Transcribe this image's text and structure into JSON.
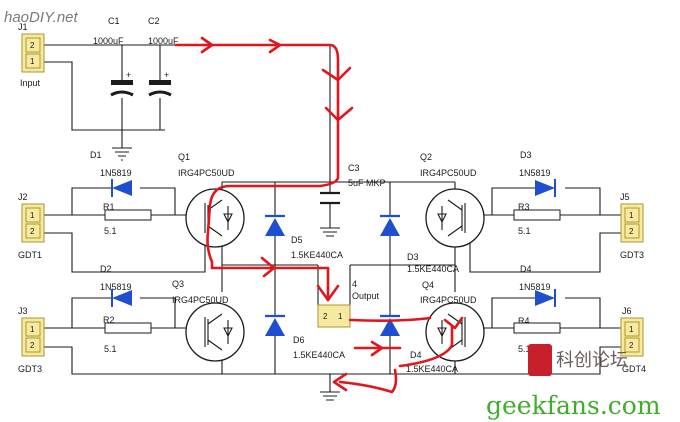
{
  "watermark": {
    "text": "haoDIY.net"
  },
  "components": {
    "j1": {
      "ref": "J1",
      "pin_a": "2",
      "pin_b": "1",
      "name": "Input"
    },
    "c1": {
      "ref": "C1",
      "value": "1000uF"
    },
    "c2": {
      "ref": "C2",
      "value": "1000uF"
    },
    "c3": {
      "ref": "C3",
      "value": "5uF MKP"
    },
    "j2": {
      "ref": "J2",
      "pin_a": "1",
      "pin_b": "2",
      "name": "GDT1"
    },
    "j3": {
      "ref": "J3",
      "pin_a": "1",
      "pin_b": "2",
      "name": "GDT3"
    },
    "j5": {
      "ref": "J5",
      "pin_a": "1",
      "pin_b": "2",
      "name": "GDT3"
    },
    "j6": {
      "ref": "J6",
      "pin_a": "1",
      "pin_b": "2",
      "name": "GDT4"
    },
    "d1": {
      "ref": "D1",
      "part": "1N5819"
    },
    "d2": {
      "ref": "D2",
      "part": "1N5819"
    },
    "d3a": {
      "ref": "D3",
      "part": "1N5819"
    },
    "d4a": {
      "ref": "D4",
      "part": "1N5819"
    },
    "r1": {
      "ref": "R1",
      "value": "5.1"
    },
    "r2": {
      "ref": "R2",
      "value": "5.1"
    },
    "r3": {
      "ref": "R3",
      "value": "5.1"
    },
    "r4": {
      "ref": "R4",
      "value": "5.1"
    },
    "q1": {
      "ref": "Q1",
      "part": "IRG4PC50UD"
    },
    "q2": {
      "ref": "Q2",
      "part": "IRG4PC50UD"
    },
    "q3": {
      "ref": "Q3",
      "part": "IRG4PC50UD"
    },
    "q4": {
      "ref": "Q4",
      "part": "IRG4PC50UD"
    },
    "d5": {
      "ref": "D5",
      "part": "1.5KE440CA"
    },
    "d3b": {
      "ref": "D3",
      "part": "1.5KE440CA"
    },
    "d6": {
      "ref": "D6",
      "part": "1.5KE440CA"
    },
    "d4b": {
      "ref": "D4",
      "part": "1.5KE440CA"
    },
    "output": {
      "ref": "4",
      "pin_a": "2",
      "pin_b": "1",
      "name": "Output"
    }
  },
  "stamp": {
    "text": "科创论坛"
  },
  "brand": {
    "text": "geekfans.com"
  },
  "colors": {
    "annotation": "#e0161c",
    "connector": "#f7eaa0",
    "wire": "#1b1b1b",
    "brand": "#3fae2a"
  }
}
